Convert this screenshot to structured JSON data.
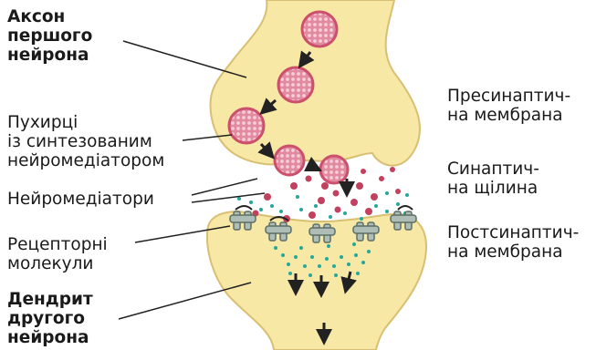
{
  "labels": {
    "axon": [
      "Аксон",
      "першого",
      "нейрона"
    ],
    "vesicles": [
      "Пухирці",
      "із синтезованим",
      "нейромедіатором"
    ],
    "neurotransmitters": [
      "Нейромедіатори"
    ],
    "receptors": [
      "Рецепторні",
      "молекули"
    ],
    "dendrite": [
      "Дендрит",
      "другого",
      "нейрона"
    ],
    "presynaptic": [
      "Пресинаптич-",
      "на мембрана"
    ],
    "cleft": [
      "Синаптич-",
      "на щілина"
    ],
    "postsynaptic": [
      "Постсинаптич-",
      "на мембрана"
    ]
  },
  "colors": {
    "cell_fill": "#f7e8a6",
    "cell_outline": "#d9bf72",
    "vesicle": "#cc4f6c",
    "transmitter_dot": "#c2415f",
    "teal_dot": "#25a79a",
    "receptor": "#aebdb5",
    "arrow": "#222222",
    "leader_line": "#222222"
  }
}
